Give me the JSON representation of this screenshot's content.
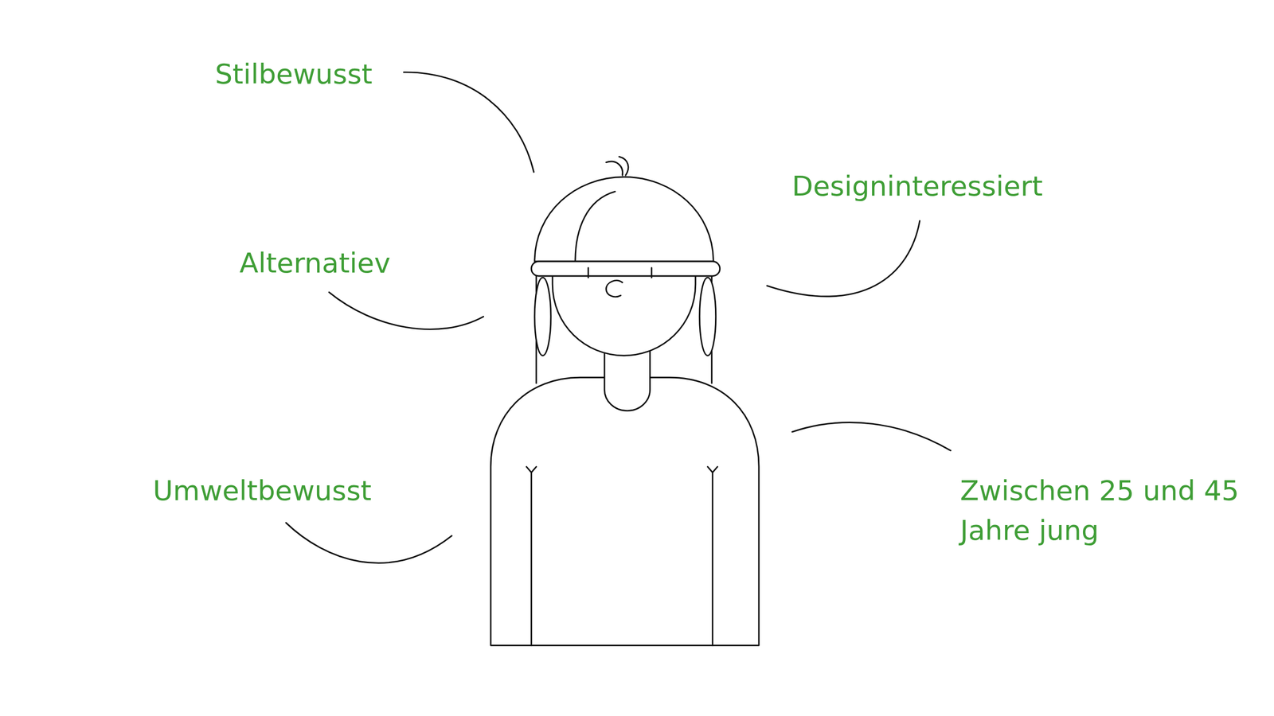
{
  "diagram": {
    "labels": [
      "Stilbewusst",
      "Alternatiev",
      "Umweltbewusst",
      "Designinteressiert",
      "Zwischen 25 und 45 Jahre jung"
    ]
  }
}
